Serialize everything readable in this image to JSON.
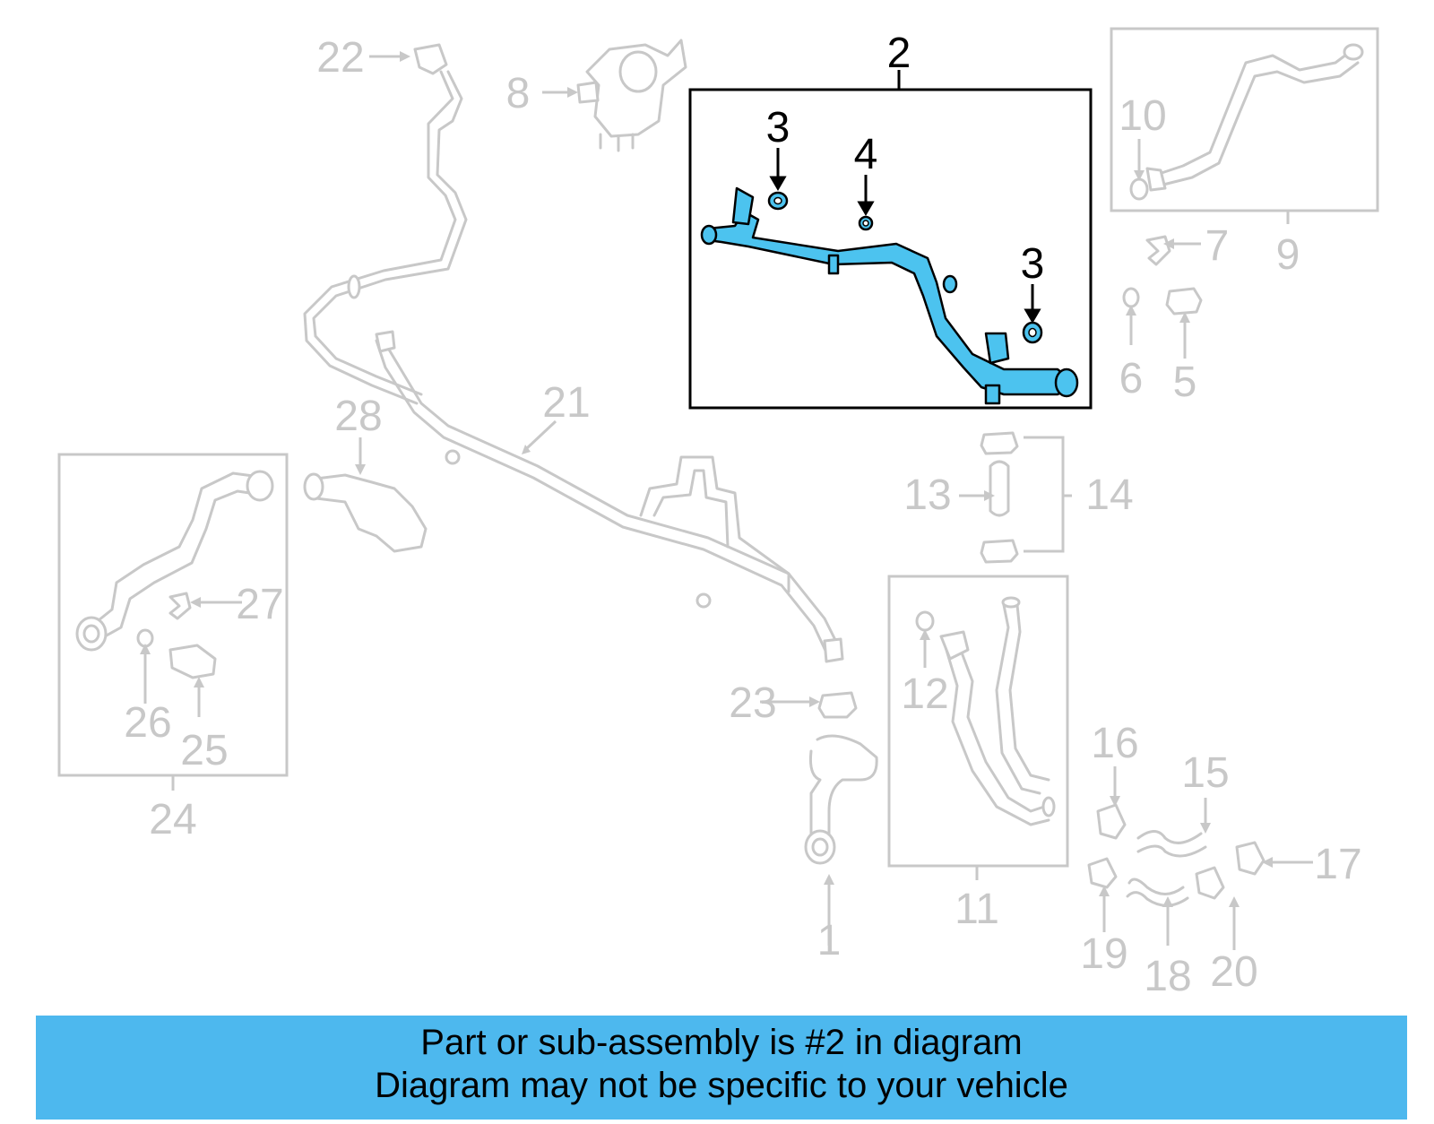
{
  "diagram": {
    "highlighted_part": "2",
    "callouts": [
      "1",
      "2",
      "3",
      "3",
      "4",
      "5",
      "6",
      "7",
      "8",
      "9",
      "10",
      "11",
      "12",
      "13",
      "14",
      "15",
      "16",
      "17",
      "18",
      "19",
      "20",
      "21",
      "22",
      "23",
      "24",
      "25",
      "26",
      "27",
      "28"
    ]
  },
  "banner": {
    "line1": "Part or sub-assembly is #2 in diagram",
    "line2": "Diagram may not be specific to your vehicle",
    "background_color": "#4db8ee"
  },
  "colors": {
    "highlight": "#4cc3ef",
    "callout_gray": "#c8c8c8",
    "callout_active": "#000000"
  }
}
